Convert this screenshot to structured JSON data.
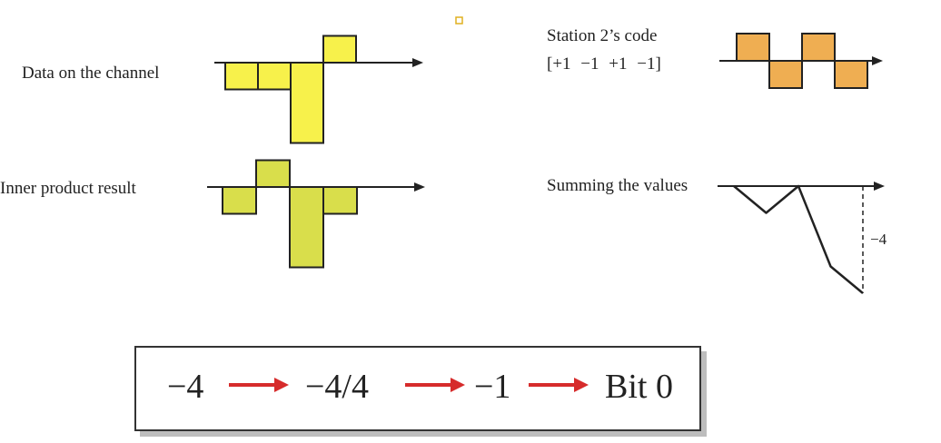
{
  "labels": {
    "data_channel": "Data on the channel",
    "inner_product": "Inner product result",
    "station_code_title": "Station 2’s code",
    "station_code_values": "[+1 −1 +1 −1]",
    "summing": "Summing the values",
    "sum_value": "−4"
  },
  "waveforms": {
    "data_channel": {
      "values": [
        -1,
        -1,
        -3,
        1
      ],
      "fill": "#f7f14b"
    },
    "inner_product": {
      "values": [
        -1,
        1,
        -3,
        -1
      ],
      "fill": "#d9de4b"
    },
    "station_code": {
      "values": [
        1,
        -1,
        1,
        -1
      ],
      "fill": "#efae52"
    },
    "summing": {
      "values": [
        0,
        -1,
        0,
        -3,
        -4
      ]
    }
  },
  "result": {
    "tokens": [
      "−4",
      "−4/4",
      "−1",
      "Bit 0"
    ],
    "arrow_color": "#d62b2b"
  },
  "colors": {
    "line": "#222222",
    "marker": "#e0b020"
  }
}
